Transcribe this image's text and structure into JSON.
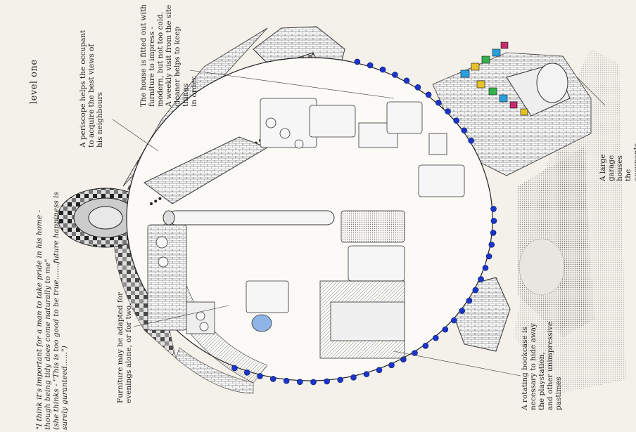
{
  "title": "level one",
  "quote": "\"I think it's important for a man to take pride in his home -\nthough being tidy does come naturally to me\"\n(she thinks - \"This is too good to be true.......future happiness is\nsurely guranteed......\")",
  "annotations": {
    "periscope": "A periscope helps the occupant\nto acquire the best views of\nhis neighbours",
    "house_furniture": "The house is fitted out with\nfurniture to impress -\nmodern, but not too cold.\nA weekly visit from the site\ncleaner helps to keep\nthings\nin order.",
    "furniture_adapted": "Furniture may be adapted for\nevenings alone, or for two.",
    "bookcase": "A rotating bookcase is\nnecessary to hide away\nthe playstation,\nand other unimpressive\npastimes",
    "garage": "A large garage houses the\noccupants pride and joy\n(not that size matters)"
  },
  "colors": {
    "paper": "#f4f1ea",
    "ink": "#222222",
    "bead_blue": "#1b35c9",
    "screen_tone": "#9a9a9a"
  }
}
